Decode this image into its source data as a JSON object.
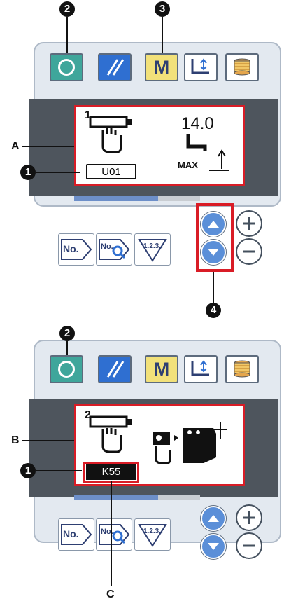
{
  "callouts": {
    "one": "1",
    "two": "2",
    "three": "3",
    "four": "4"
  },
  "labels": {
    "a": "A",
    "b": "B",
    "c": "C"
  },
  "keys": {
    "mode_label": "M",
    "no_label": "No.",
    "no_search_label": "No.",
    "sequence_label": "1.2.3.."
  },
  "screen1": {
    "pattern_index": "1",
    "tension_value": "14.0",
    "max_label": "MAX",
    "code": "U01"
  },
  "screen2": {
    "pattern_index": "2",
    "code": "K55"
  },
  "colors": {
    "accent_red": "#d91c26",
    "panel": "#e3e9f0",
    "ready_key": "#3fa69b",
    "reset_key": "#2f6fd1",
    "mode_key": "#f2e17a",
    "arrow_key": "#5b8fd8"
  }
}
